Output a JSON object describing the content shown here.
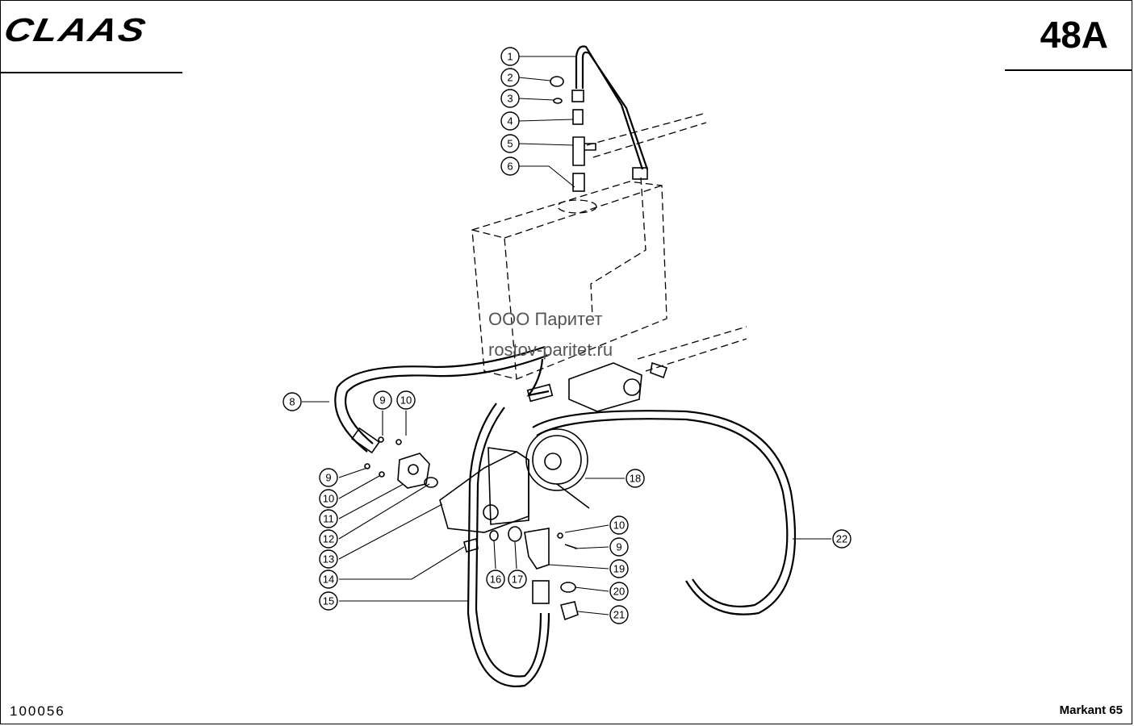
{
  "header": {
    "brand_logo": "CLAAS",
    "page_number": "48A"
  },
  "footer": {
    "document_id": "100056",
    "model": "Markant 65"
  },
  "watermark": {
    "line1": "ООО Паритет",
    "line2": "rostov-paritet.ru"
  },
  "callouts": [
    "1",
    "2",
    "3",
    "4",
    "5",
    "6",
    "8",
    "9",
    "10",
    "9",
    "10",
    "11",
    "12",
    "13",
    "14",
    "15",
    "16",
    "17",
    "18",
    "10",
    "9",
    "19",
    "20",
    "21",
    "22"
  ]
}
